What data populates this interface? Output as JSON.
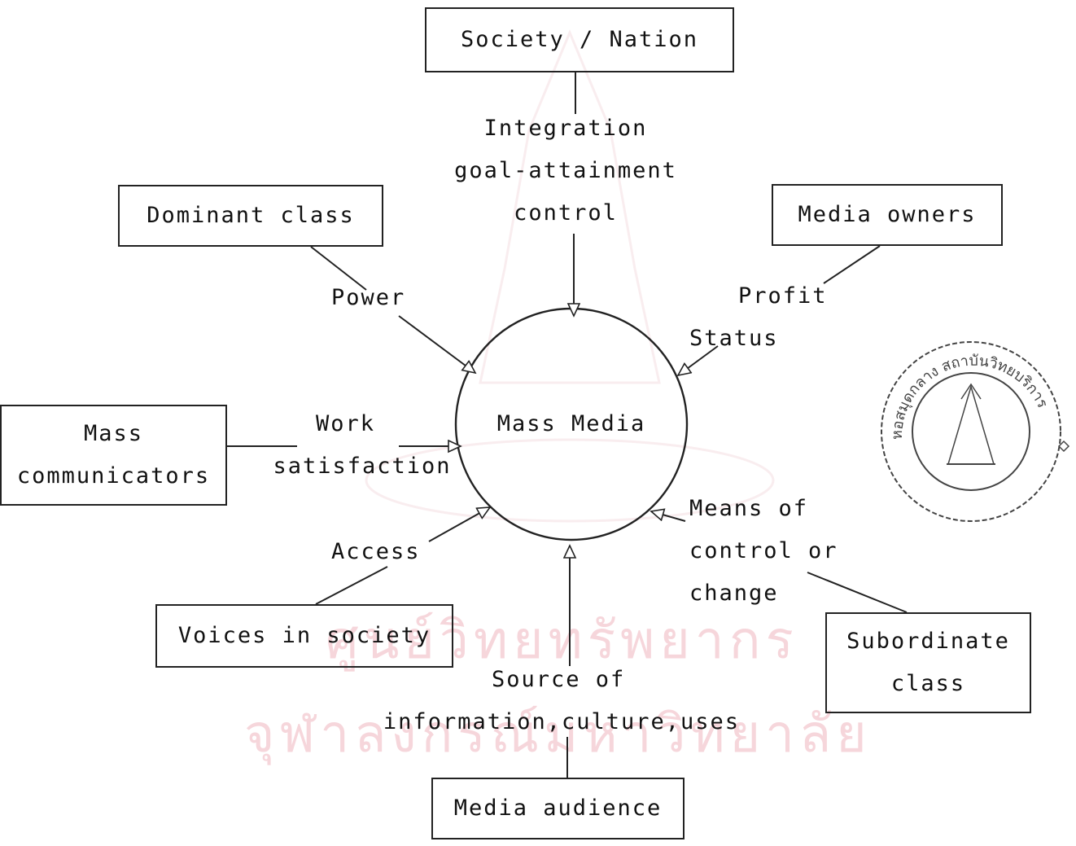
{
  "diagram": {
    "center": {
      "label": "Mass Media"
    },
    "boxes": {
      "society": "Society / Nation",
      "dominant": "Dominant class",
      "owners": "Media owners",
      "communicators": [
        "Mass",
        "communicators"
      ],
      "voices": "Voices in society",
      "subordinate": [
        "Subordinate",
        "class"
      ],
      "audience": "Media audience"
    },
    "links": {
      "society": [
        "Integration",
        "goal-attainment",
        "control"
      ],
      "dominant": "Power",
      "owners": [
        "Profit",
        "Status"
      ],
      "communicators": [
        "Work",
        "satisfaction"
      ],
      "voices": "Access",
      "subordinate": [
        "Means of",
        "control or",
        "change"
      ],
      "audience": [
        "Source of",
        "information,culture,uses"
      ]
    }
  },
  "watermark": {
    "line1": "ศูนย์วิทยทรัพยากร",
    "line2": "จุฬาลงกรณ์มหาวิทยาลัย",
    "seal_text": "หอสมุดกลาง สถาบันวิทยบริการ",
    "color": "#f3c9d0"
  }
}
